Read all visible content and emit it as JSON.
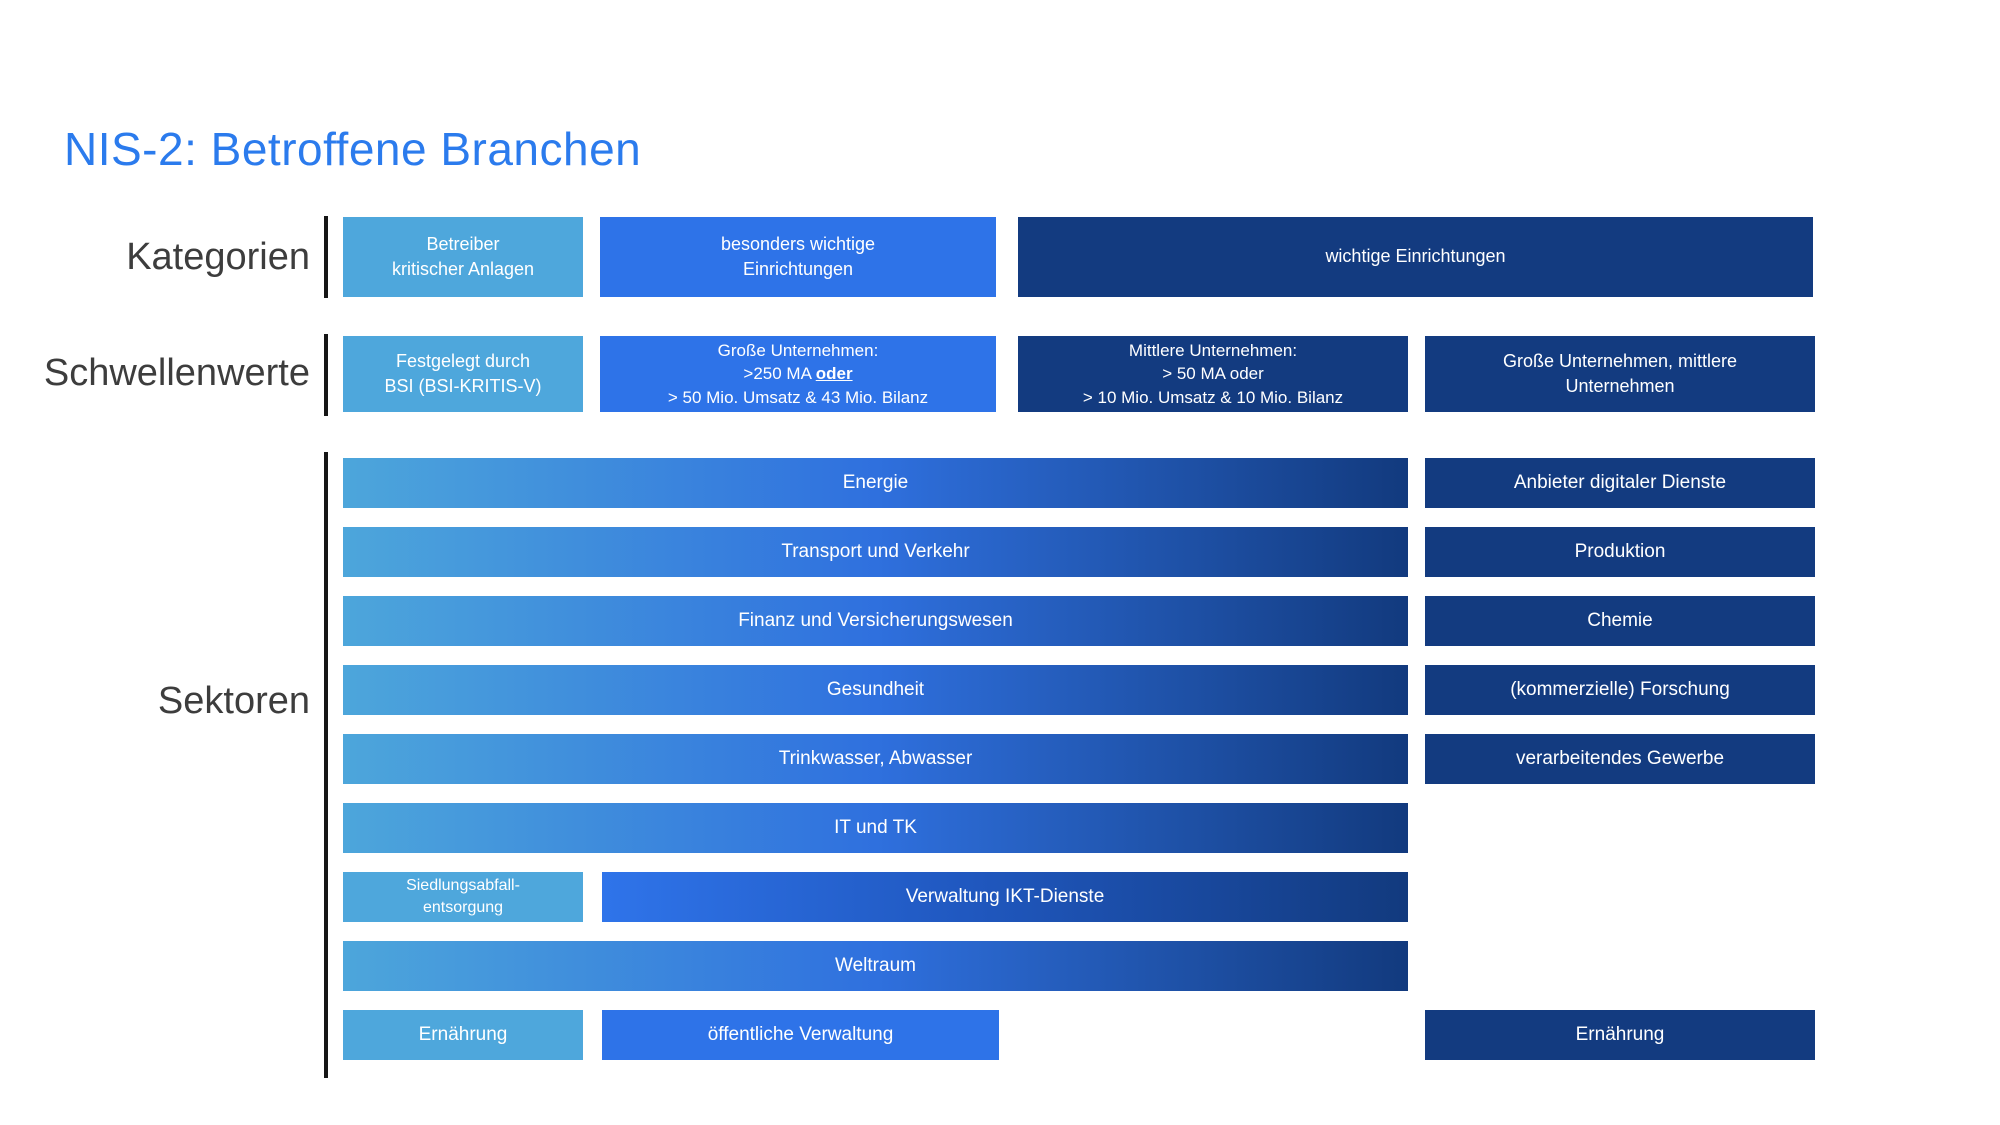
{
  "title": "NIS-2: Betroffene Branchen",
  "colors": {
    "title_blue": "#2b7bed",
    "label_gray": "#3d3d3d",
    "light_blue": "#4ea7dc",
    "medium_blue": "#2e73e8",
    "navy_blue": "#133b80",
    "gradient_start": "#4da6db",
    "gradient_end": "#123a7e",
    "divider_black": "#161616"
  },
  "kategorien": {
    "label": "Kategorien",
    "box1": {
      "line1": "Betreiber",
      "line2": "kritischer Anlagen"
    },
    "box2": {
      "line1": "besonders wichtige",
      "line2": "Einrichtungen"
    },
    "box3": {
      "line1": "wichtige Einrichtungen"
    }
  },
  "schwellenwerte": {
    "label": "Schwellenwerte",
    "box1": {
      "line1": "Festgelegt durch",
      "line2": "BSI (BSI-KRITIS-V)"
    },
    "box2": {
      "line1": "Große Unternehmen:",
      "line2_prefix": ">250 MA ",
      "line2_emph": "oder",
      "line3": "> 50 Mio. Umsatz & 43 Mio. Bilanz"
    },
    "box3": {
      "line1": "Mittlere Unternehmen:",
      "line2": "> 50 MA oder",
      "line3": "> 10 Mio. Umsatz & 10 Mio. Bilanz"
    },
    "box4": {
      "line1": "Große Unternehmen, mittlere Unternehmen"
    }
  },
  "sectors": {
    "label": "Sektoren",
    "full_rows": [
      {
        "label": "Energie"
      },
      {
        "label": "Transport und Verkehr"
      },
      {
        "label": "Finanz und Versicherungswesen"
      },
      {
        "label": "Gesundheit"
      },
      {
        "label": "Trinkwasser, Abwasser"
      },
      {
        "label": "IT und TK"
      },
      {
        "label": "Weltraum"
      }
    ],
    "waste_box": {
      "line1": "Siedlungsabfall-",
      "line2": "entsorgung"
    },
    "ict_box": {
      "label": "Verwaltung IKT-Dienste"
    },
    "food_box": {
      "label": "Ernährung"
    },
    "public_admin_box": {
      "label": "öffentliche Verwaltung"
    }
  },
  "digital_sectors": [
    {
      "label": "Anbieter digitaler Dienste"
    },
    {
      "label": "Produktion"
    },
    {
      "label": "Chemie"
    },
    {
      "label": "(kommerzielle) Forschung"
    },
    {
      "label": "verarbeitendes Gewerbe"
    },
    {
      "label": "Ernährung"
    }
  ]
}
